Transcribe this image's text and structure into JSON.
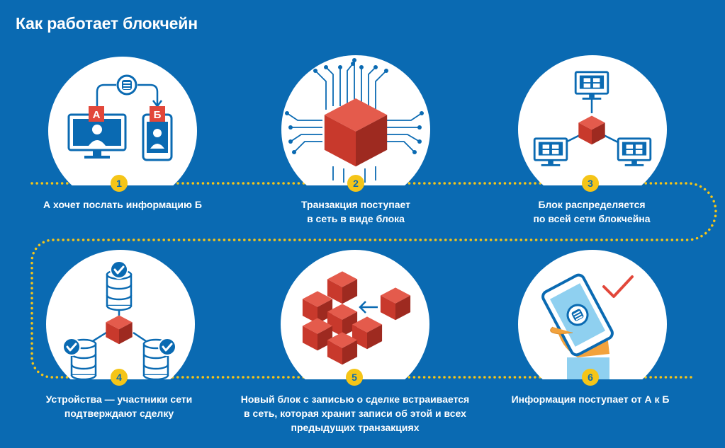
{
  "title": "Как работает блокчейн",
  "colors": {
    "background": "#0a6ab2",
    "accent_yellow": "#f5c518",
    "cube_red": "#c8392c",
    "check_red": "#e2473a",
    "icon_blue": "#0a6ab2"
  },
  "steps": [
    {
      "number": "1",
      "lines": [
        "А хочет послать информацию Б"
      ],
      "icon": "computer-to-phone-icon",
      "labels": [
        "А",
        "Б"
      ]
    },
    {
      "number": "2",
      "lines": [
        "Транзакция поступает",
        "в сеть в виде блока"
      ],
      "icon": "cube-circuit-icon"
    },
    {
      "number": "3",
      "lines": [
        "Блок распределяется",
        "по всей сети блокчейна"
      ],
      "icon": "network-distribution-icon"
    },
    {
      "number": "4",
      "lines": [
        "Устройства — участники сети",
        "подтверждают сделку"
      ],
      "icon": "validation-icon"
    },
    {
      "number": "5",
      "lines": [
        "Новый блок с записью о сделке  встраивается",
        "в сеть, которая хранит записи об этой и всех",
        "предыдущих транзакциях"
      ],
      "icon": "block-chain-icon"
    },
    {
      "number": "6",
      "lines": [
        "Информация поступает от А к Б"
      ],
      "icon": "phone-received-icon"
    }
  ]
}
